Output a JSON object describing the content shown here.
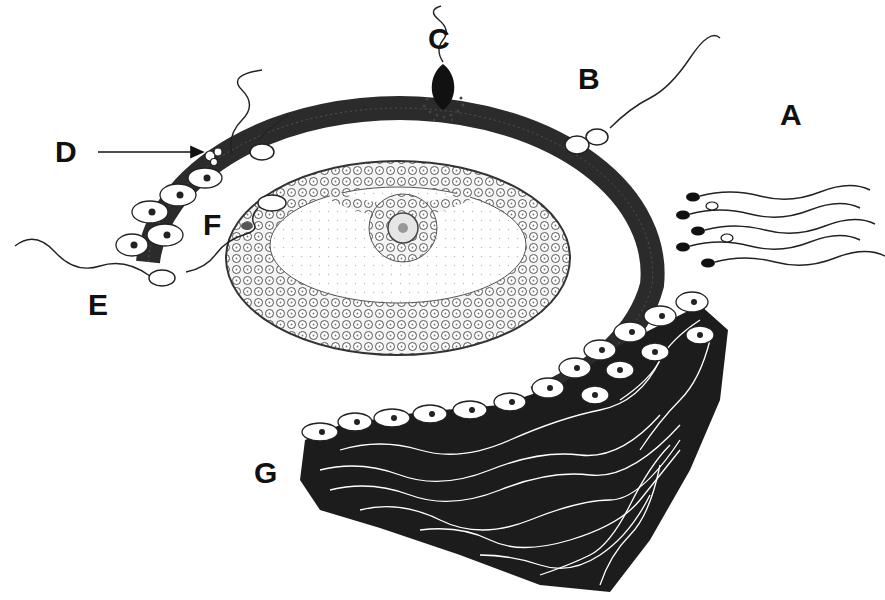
{
  "diagram": {
    "labels": [
      "C",
      "B",
      "D",
      "A",
      "F",
      "E",
      "G"
    ]
  }
}
